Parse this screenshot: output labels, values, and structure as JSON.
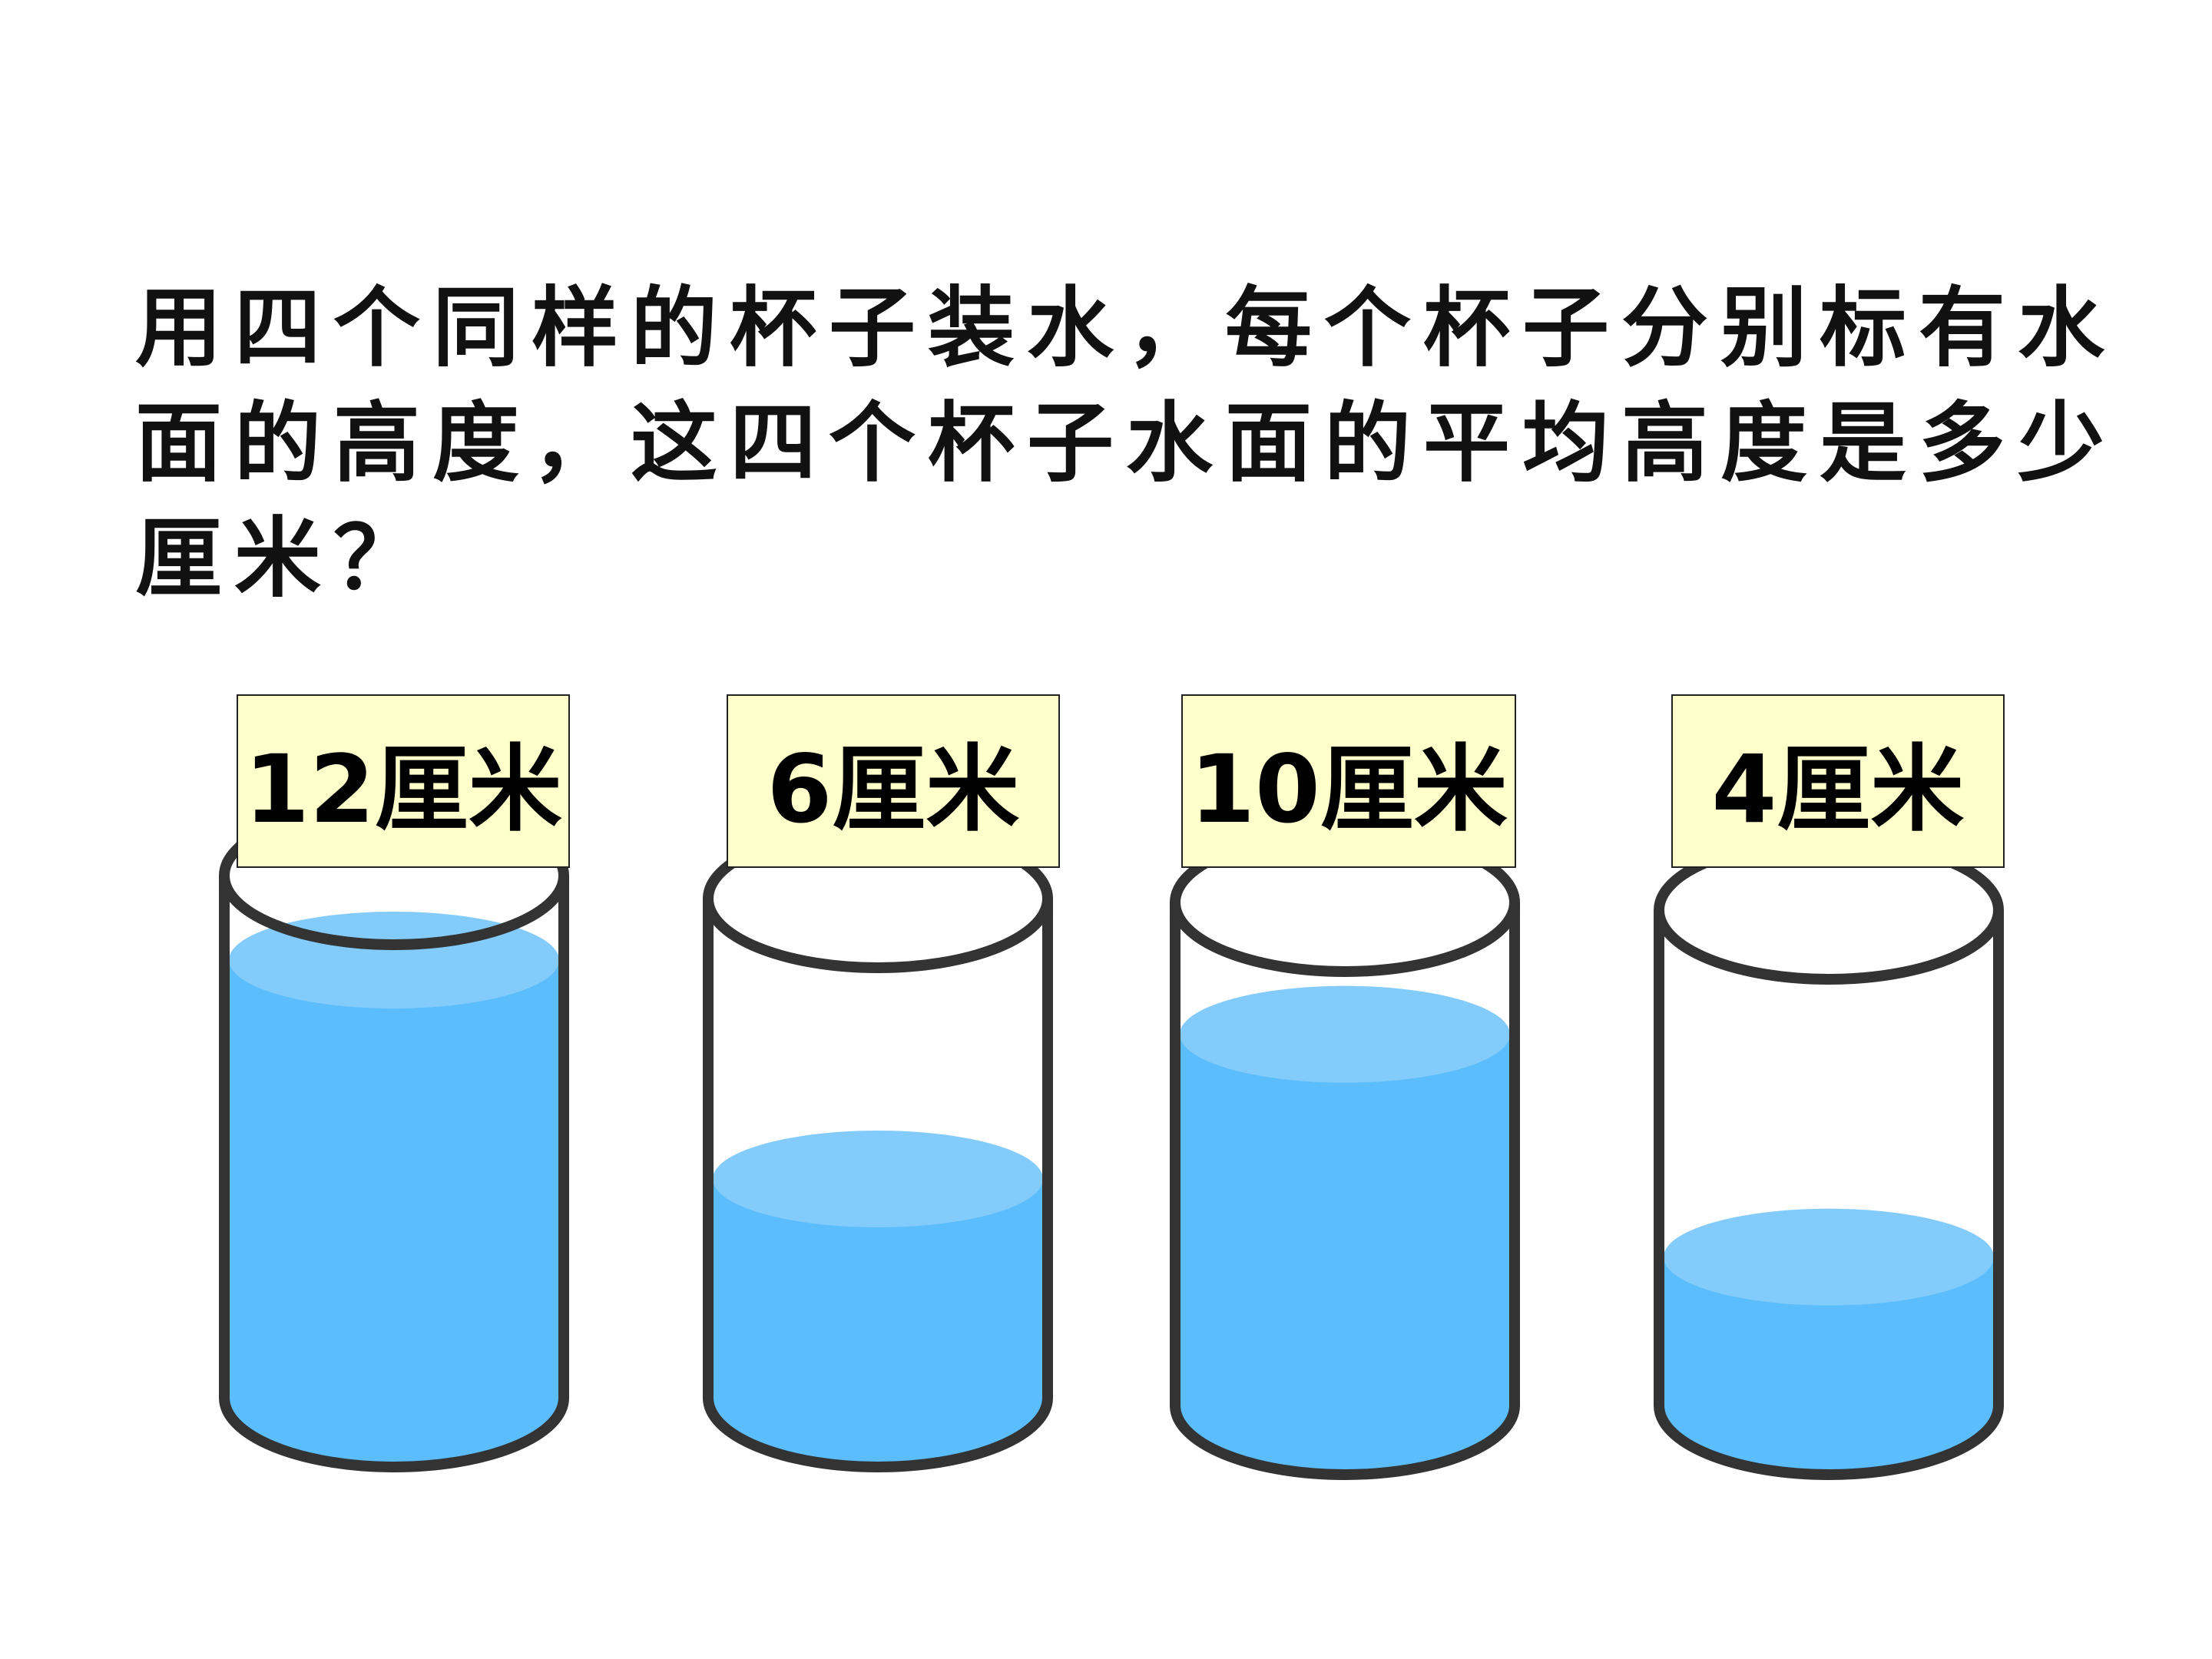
{
  "question": {
    "lines": [
      "用四个同样的杯子装水，每个杯子分别标有水",
      "面的高度，这四个杯子水面的平均高度是多少",
      "厘米？"
    ]
  },
  "cups": [
    {
      "label": "12厘米",
      "water_height_cm": 12
    },
    {
      "label": "6厘米",
      "water_height_cm": 6
    },
    {
      "label": "10厘米",
      "water_height_cm": 10
    },
    {
      "label": "4厘米",
      "water_height_cm": 4
    }
  ],
  "colors": {
    "water_body": "#5bbdfb",
    "water_surface": "#82cbfb",
    "cup_outline": "#333333",
    "label_background": "#ffffcc",
    "text": "#111111"
  }
}
